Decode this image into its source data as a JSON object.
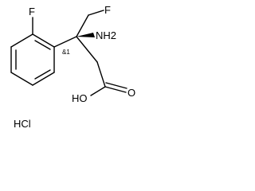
{
  "molecule": {
    "atom_labels": {
      "f_ring": "F",
      "f_chain": "F",
      "nh2": "NH2",
      "oh": "HO",
      "o": "O"
    },
    "stereo_label": "&1",
    "salt": "HCl"
  },
  "colors": {
    "line": "#000000",
    "background": "#ffffff"
  }
}
